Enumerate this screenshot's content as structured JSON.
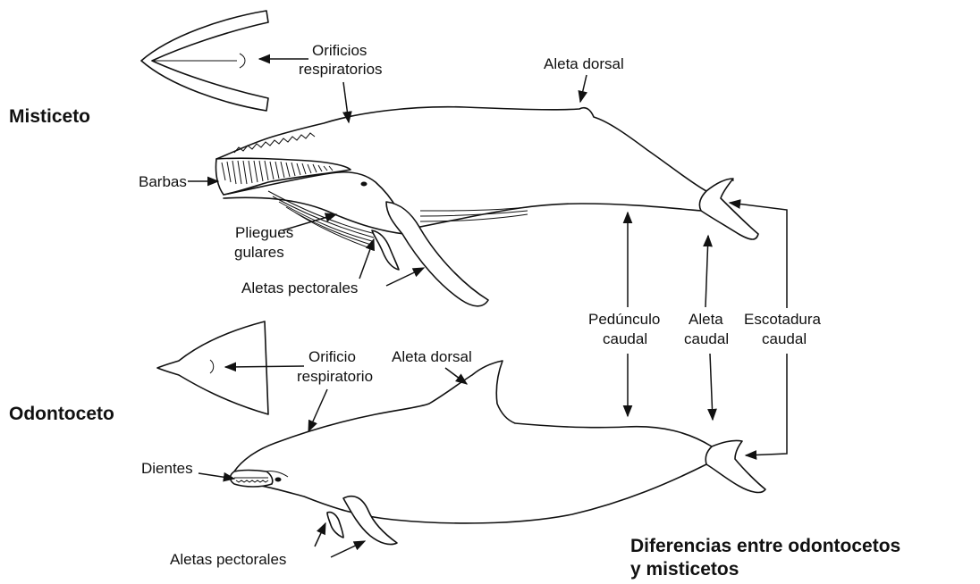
{
  "top": {
    "heading": "Misticeto",
    "labels": {
      "orificios_1": "Orificios",
      "orificios_2": "respiratorios",
      "aleta_dorsal": "Aleta dorsal",
      "barbas": "Barbas",
      "pliegues_1": "Pliegues",
      "pliegues_2": "gulares",
      "aletas_pectorales": "Aletas pectorales"
    }
  },
  "middle": {
    "pedunculo_1": "Pedúnculo",
    "pedunculo_2": "caudal",
    "aleta_caudal_1": "Aleta",
    "aleta_caudal_2": "caudal",
    "escotadura_1": "Escotadura",
    "escotadura_2": "caudal"
  },
  "bottom": {
    "heading": "Odontoceto",
    "labels": {
      "orificio_1": "Orificio",
      "orificio_2": "respiratorio",
      "aleta_dorsal": "Aleta dorsal",
      "dientes": "Dientes",
      "aletas_pectorales": "Aletas pectorales"
    }
  },
  "caption": {
    "line1": "Diferencias entre odontocetos",
    "line2": "y misticetos"
  }
}
